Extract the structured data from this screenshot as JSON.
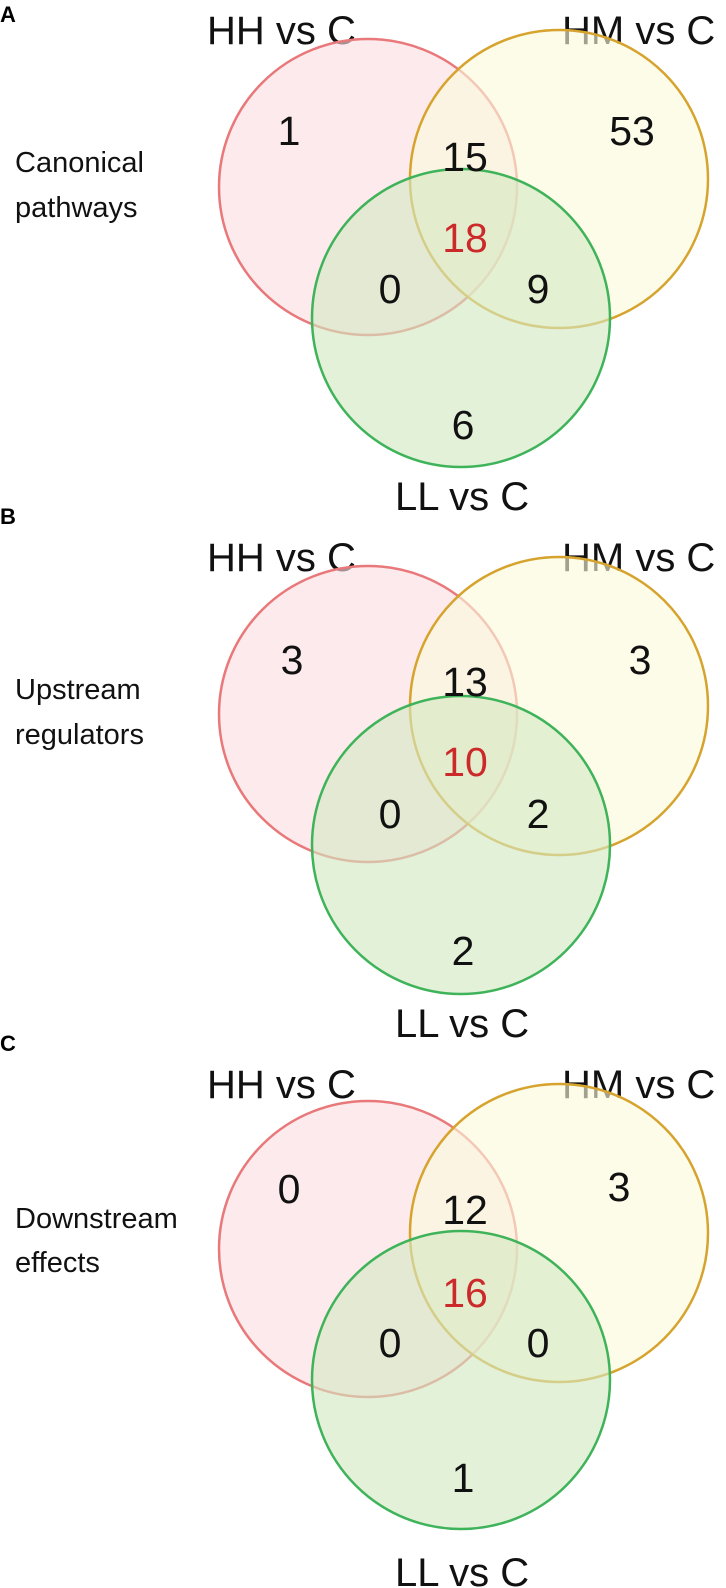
{
  "colors": {
    "hh_fill": "#fbdde0",
    "hh_stroke": "#e8787a",
    "hm_fill": "#fcfadb",
    "hm_stroke": "#d6a42e",
    "ll_fill": "#d3e8c2",
    "ll_stroke": "#3fb35a",
    "center_text": "#cc2a2a"
  },
  "panels": [
    {
      "letter": "A",
      "row_label": [
        "Canonical",
        "pathways"
      ],
      "sets": {
        "hh": "HH vs C",
        "hm": "HM vs C",
        "ll": "LL vs C"
      },
      "counts": {
        "hh_only": "1",
        "hm_only": "53",
        "ll_only": "6",
        "hh_hm": "15",
        "hh_ll": "0",
        "hm_ll": "9",
        "all": "18"
      }
    },
    {
      "letter": "B",
      "row_label": [
        "Upstream",
        "regulators"
      ],
      "sets": {
        "hh": "HH vs C",
        "hm": "HM vs C",
        "ll": "LL vs C"
      },
      "counts": {
        "hh_only": "3",
        "hm_only": "3",
        "ll_only": "2",
        "hh_hm": "13",
        "hh_ll": "0",
        "hm_ll": "2",
        "all": "10"
      }
    },
    {
      "letter": "C",
      "row_label": [
        "Downstream",
        "effects"
      ],
      "sets": {
        "hh": "HH vs C",
        "hm": "HM vs C",
        "ll": "LL vs C"
      },
      "counts": {
        "hh_only": "0",
        "hm_only": "3",
        "ll_only": "1",
        "hh_hm": "12",
        "hh_ll": "0",
        "hm_ll": "0",
        "all": "16"
      }
    }
  ]
}
